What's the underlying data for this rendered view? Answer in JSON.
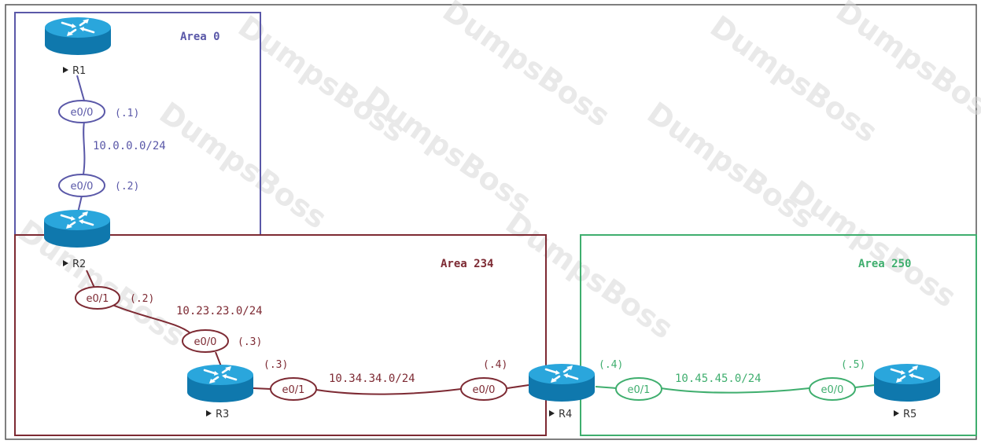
{
  "colors": {
    "area0": "#5a58a8",
    "area234": "#7d2a33",
    "area250": "#3fae6e",
    "router_fill": "#1a8fc7",
    "router_top": "#2aa6dc",
    "router_dark": "#0e6d9e"
  },
  "areas": {
    "area0": {
      "label": "Area 0"
    },
    "area234": {
      "label": "Area 234"
    },
    "area250": {
      "label": "Area 250"
    }
  },
  "routers": {
    "r1": {
      "label": "R1",
      "icon": "router-icon"
    },
    "r2": {
      "label": "R2",
      "icon": "router-icon"
    },
    "r3": {
      "label": "R3",
      "icon": "router-icon"
    },
    "r4": {
      "label": "R4",
      "icon": "router-icon"
    },
    "r5": {
      "label": "R5",
      "icon": "router-icon"
    }
  },
  "links": {
    "r1_r2": {
      "network": "10.0.0.0/24",
      "a_if": "e0/0",
      "a_host": "(.1)",
      "b_if": "e0/0",
      "b_host": "(.2)"
    },
    "r2_r3": {
      "network": "10.23.23.0/24",
      "a_if": "e0/1",
      "a_host": "(.2)",
      "b_if": "e0/0",
      "b_host": "(.3)"
    },
    "r3_r4": {
      "network": "10.34.34.0/24",
      "a_if": "e0/1",
      "a_host": "(.3)",
      "b_if": "e0/0",
      "b_host": "(.4)"
    },
    "r4_r5": {
      "network": "10.45.45.0/24",
      "a_if": "e0/1",
      "a_host": "(.4)",
      "b_if": "e0/0",
      "b_host": "(.5)"
    }
  },
  "watermark": "DumpsBoss"
}
